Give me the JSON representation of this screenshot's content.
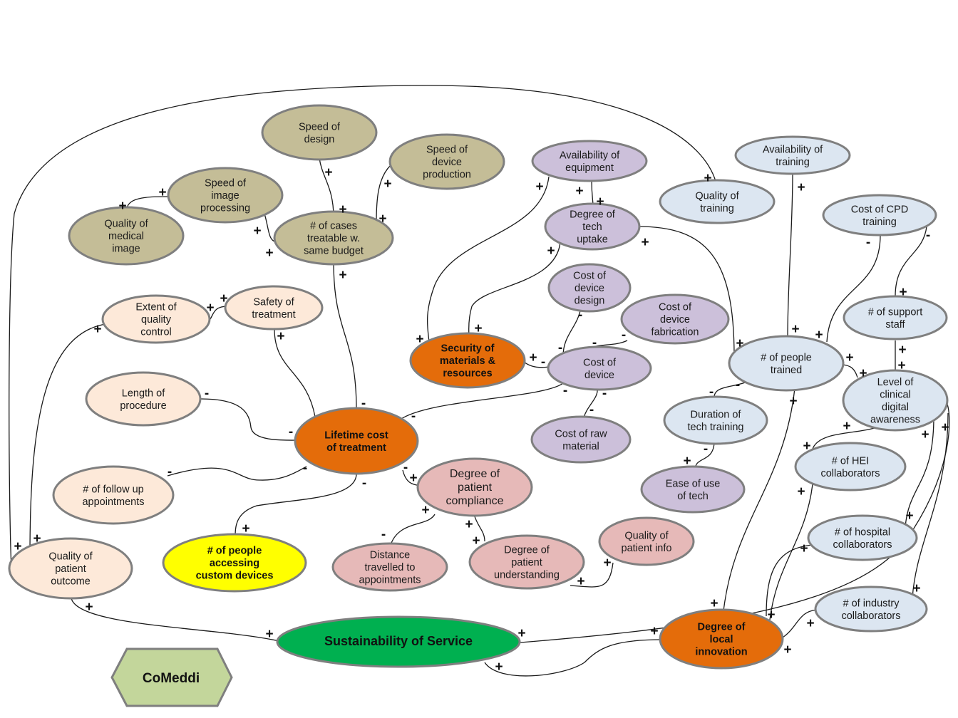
{
  "colors": {
    "tan": "#c4bd97",
    "lavender": "#ccc0da",
    "lightblue": "#dce6f1",
    "peach": "#fde9d9",
    "pink": "#e6b9b8",
    "orange": "#e46c0a",
    "yellow": "#ffff00",
    "green": "#00b050",
    "logo": "#c3d69b"
  },
  "logo": {
    "label": "CoMeddi"
  },
  "nodes": [
    {
      "id": "speed_design",
      "lines": [
        "Speed of",
        "design"
      ],
      "color": "tan"
    },
    {
      "id": "speed_device_prod",
      "lines": [
        "Speed of",
        "device",
        "production"
      ],
      "color": "tan"
    },
    {
      "id": "speed_image",
      "lines": [
        "Speed of",
        "image",
        "processing"
      ],
      "color": "tan"
    },
    {
      "id": "quality_medical_image",
      "lines": [
        "Quality of",
        "medical",
        "image"
      ],
      "color": "tan"
    },
    {
      "id": "cases_treatable",
      "lines": [
        "# of cases",
        "treatable w.",
        "same budget"
      ],
      "color": "tan"
    },
    {
      "id": "avail_equipment",
      "lines": [
        "Availability  of",
        "equipment"
      ],
      "color": "lavender"
    },
    {
      "id": "tech_uptake",
      "lines": [
        "Degree of",
        "tech",
        "uptake"
      ],
      "color": "lavender"
    },
    {
      "id": "cost_design",
      "lines": [
        "Cost of",
        "device",
        "design"
      ],
      "color": "lavender"
    },
    {
      "id": "cost_fabrication",
      "lines": [
        "Cost of",
        "device",
        "fabrication"
      ],
      "color": "lavender"
    },
    {
      "id": "cost_device",
      "lines": [
        "Cost of",
        "device"
      ],
      "color": "lavender"
    },
    {
      "id": "cost_raw",
      "lines": [
        "Cost of raw",
        "material"
      ],
      "color": "lavender"
    },
    {
      "id": "ease_tech",
      "lines": [
        "Ease of use",
        "of tech"
      ],
      "color": "lavender"
    },
    {
      "id": "quality_training",
      "lines": [
        "Quality of",
        "training"
      ],
      "color": "lightblue"
    },
    {
      "id": "avail_training",
      "lines": [
        "Availability  of",
        "training"
      ],
      "color": "lightblue"
    },
    {
      "id": "cost_cpd",
      "lines": [
        "Cost of CPD",
        "training"
      ],
      "color": "lightblue"
    },
    {
      "id": "support_staff",
      "lines": [
        "# of support",
        "staff"
      ],
      "color": "lightblue"
    },
    {
      "id": "people_trained",
      "lines": [
        "# of people",
        "trained"
      ],
      "color": "lightblue"
    },
    {
      "id": "clinical_awareness",
      "lines": [
        "Level of",
        "clinical",
        "digital",
        "awareness"
      ],
      "color": "lightblue"
    },
    {
      "id": "duration_training",
      "lines": [
        "Duration of",
        "tech training"
      ],
      "color": "lightblue"
    },
    {
      "id": "hei_collab",
      "lines": [
        "# of HEI",
        "collaborators"
      ],
      "color": "lightblue"
    },
    {
      "id": "hospital_collab",
      "lines": [
        "# of hospital",
        "collaborators"
      ],
      "color": "lightblue"
    },
    {
      "id": "industry_collab",
      "lines": [
        "# of industry",
        "collaborators"
      ],
      "color": "lightblue"
    },
    {
      "id": "quality_control",
      "lines": [
        "Extent of",
        "quality",
        "control"
      ],
      "color": "peach"
    },
    {
      "id": "safety_treatment",
      "lines": [
        "Safety of",
        "treatment"
      ],
      "color": "peach"
    },
    {
      "id": "length_procedure",
      "lines": [
        "Length of",
        "procedure"
      ],
      "color": "peach"
    },
    {
      "id": "follow_up",
      "lines": [
        "# of follow up",
        "appointments"
      ],
      "color": "peach"
    },
    {
      "id": "patient_outcome",
      "lines": [
        "Quality of",
        "patient",
        "outcome"
      ],
      "color": "peach"
    },
    {
      "id": "patient_compliance",
      "lines": [
        "Degree of",
        "patient",
        "compliance"
      ],
      "color": "pink"
    },
    {
      "id": "distance",
      "lines": [
        "Distance",
        "travelled to",
        "appointments"
      ],
      "color": "pink"
    },
    {
      "id": "patient_understanding",
      "lines": [
        "Degree of",
        "patient",
        "understanding"
      ],
      "color": "pink"
    },
    {
      "id": "patient_info",
      "lines": [
        "Quality of",
        "patient info"
      ],
      "color": "pink"
    },
    {
      "id": "security_materials",
      "lines": [
        "Security of",
        "materials &",
        "resources"
      ],
      "color": "orange"
    },
    {
      "id": "lifetime_cost",
      "lines": [
        "Lifetime cost",
        "of treatment"
      ],
      "color": "orange"
    },
    {
      "id": "local_innovation",
      "lines": [
        "Degree of",
        "local",
        "innovation"
      ],
      "color": "orange"
    },
    {
      "id": "custom_devices",
      "lines": [
        "# of people",
        "accessing",
        "custom devices"
      ],
      "color": "yellow"
    },
    {
      "id": "sustainability",
      "lines": [
        "Sustainability of Service"
      ],
      "color": "green"
    }
  ],
  "polarities": [
    "+",
    "-"
  ]
}
